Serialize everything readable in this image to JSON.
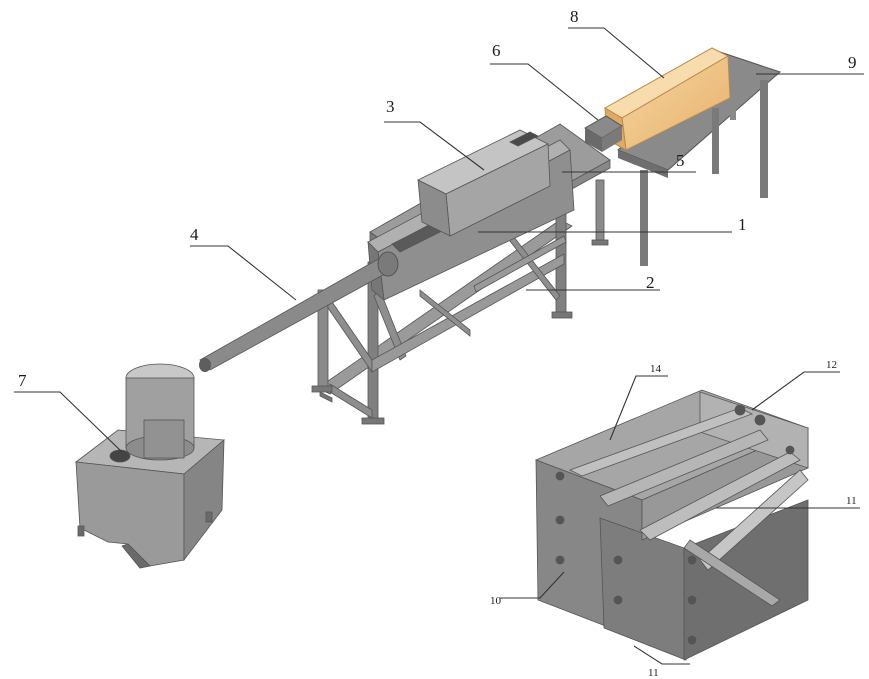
{
  "figure": {
    "labels": {
      "l1": "1",
      "l2": "2",
      "l3": "3",
      "l4": "4",
      "l5": "5",
      "l6": "6",
      "l7": "7",
      "l8": "8",
      "l9": "9",
      "l10": "10",
      "l11a": "11",
      "l11b": "11",
      "l12": "12",
      "l14": "14"
    }
  }
}
